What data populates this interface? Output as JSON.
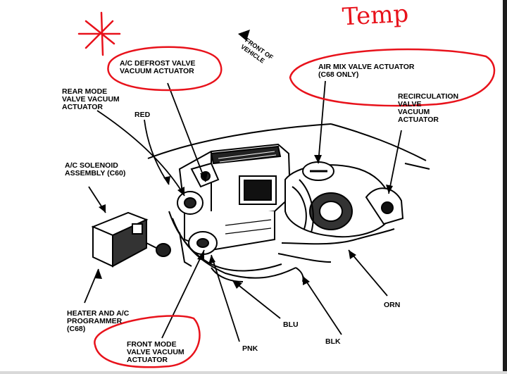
{
  "labels": {
    "defrost": [
      "A/C DEFROST VALVE",
      "VACUUM ACTUATOR"
    ],
    "front_of_vehicle": [
      "FRONT OF",
      "VEHICLE"
    ],
    "air_mix": [
      "AIR MIX VALVE ACTUATOR",
      "(C68 ONLY)"
    ],
    "rear_mode": [
      "REAR MODE",
      "VALVE VACUUM",
      "ACTUATOR"
    ],
    "red": "RED",
    "recirculation": [
      "RECIRCULATION",
      "VALVE",
      "VACUUM",
      "ACTUATOR"
    ],
    "solenoid": [
      "A/C SOLENOID",
      "ASSEMBLY (C60)"
    ],
    "programmer": [
      "HEATER AND A/C",
      "PROGRAMMER",
      "(C68)"
    ],
    "front_mode": [
      "FRONT MODE",
      "VALVE VACUUM",
      "ACTUATOR"
    ],
    "pnk": "PNK",
    "blu": "BLU",
    "blk": "BLK",
    "orn": "ORN"
  },
  "annotations": {
    "handwritten": "Temp",
    "ink_color": "#e8121b"
  }
}
